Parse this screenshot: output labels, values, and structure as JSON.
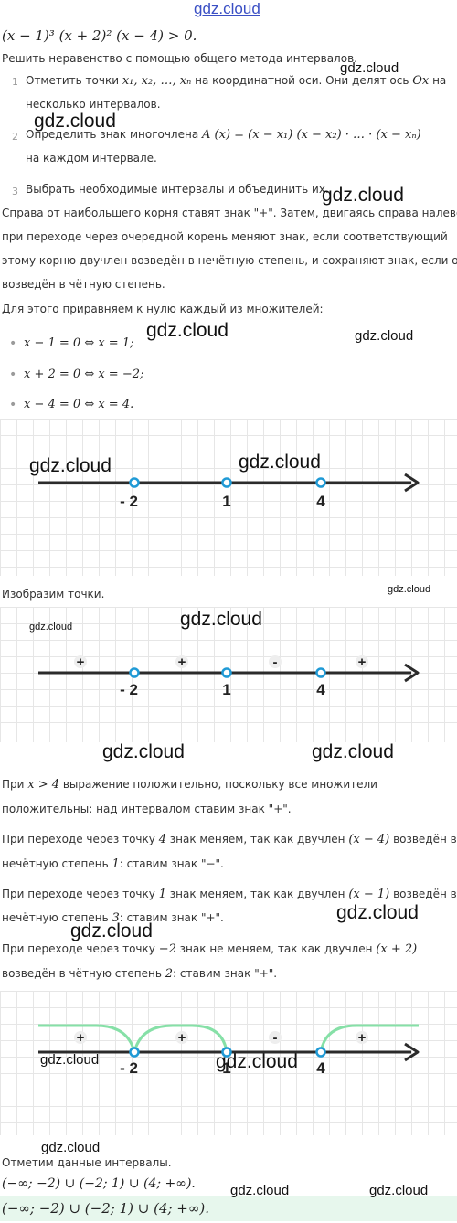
{
  "header": {
    "site_logo": "gdz.cloud"
  },
  "problem": {
    "inequality": "(x − 1)³ (x + 2)² (x − 4) > 0.",
    "method_intro": "Решить неравенство с помощью общего метода интервалов."
  },
  "steps": [
    {
      "num": "1",
      "line1_a": "Отметить точки ",
      "line1_math": "x₁,  x₂,  …,  xₙ",
      "line1_b": " на координатной оси. Они делят ось ",
      "line1_axis": "Ox",
      "line1_c": " на",
      "line2": "несколько интервалов."
    },
    {
      "num": "2",
      "line1_a": "Определить знак многочлена ",
      "line1_math": "A (x) = (x − x₁) (x − x₂) · … · (x − xₙ)",
      "line2": "на каждом интервале."
    },
    {
      "num": "3",
      "line1_a": "Выбрать необходимые интервалы и объединить их."
    }
  ],
  "rule_text": [
    "Справа от наибольшего корня ставят знак \"+\". Затем, двигаясь справа налево,",
    "при переходе через очередной корень меняют знак, если соответствующий",
    "этому корню двучлен возведён в нечётную степень, и сохраняют знак, если он",
    "возведён в чётную степень."
  ],
  "zero_intro": "Для этого приравняем к нулю каждый из множителей:",
  "zeros": [
    "x − 1 = 0 ⇔ x = 1;",
    "x + 2 = 0 ⇔ x = −2;",
    "x − 4 = 0 ⇔ x = 4."
  ],
  "axis_labels": [
    "- 2",
    "1",
    "4"
  ],
  "signs": [
    "+",
    "+",
    "-",
    "+"
  ],
  "caption_points": "Изобразим точки.",
  "explain": {
    "p1_a": "При ",
    "p1_math": "x > 4",
    "p1_b": " выражение положительно, поскольку все множители",
    "p1_line2": "положительны: над интервалом ставим знак \"+\".",
    "p2_a": "При переходе через точку ",
    "p2_m1": "4",
    "p2_b": " знак меняем, так как двучлен ",
    "p2_m2": "(x − 4)",
    "p2_c": " возведён в",
    "p2_line2_a": "нечётную степень ",
    "p2_line2_m": "1",
    "p2_line2_b": ": ставим знак \"−\".",
    "p3_a": "При переходе через точку ",
    "p3_m1": "1",
    "p3_b": " знак меняем, так как двучлен ",
    "p3_m2": "(x − 1)",
    "p3_c": " возведён в",
    "p3_line2_a": "нечётную степень ",
    "p3_line2_m": "3",
    "p3_line2_b": ": ставим знак \"+\".",
    "p4_a": "При переходе через точку ",
    "p4_m1": "−2",
    "p4_b": " знак не меняем, так как двучлен ",
    "p4_m2": "(x + 2)",
    "p4_line2_a": "возведён в чётную степень ",
    "p4_line2_m": "2",
    "p4_line2_b": ": ставим знак \"+\"."
  },
  "mark_intervals": "Отметим данные интервалы.",
  "answer": "(−∞;  −2) ∪ (−2;  1) ∪ (4;  +∞).",
  "answer_final": "(−∞;  −2) ∪ (−2;  1) ∪ (4;  +∞).",
  "watermark": "gdz.cloud",
  "colors": {
    "axis": "#2b2b2b",
    "point_stroke": "#1f9ad6",
    "arc": "#86e0a7",
    "answer_bg": "#e7f7ed",
    "header_logo": "#3a4fc4"
  }
}
